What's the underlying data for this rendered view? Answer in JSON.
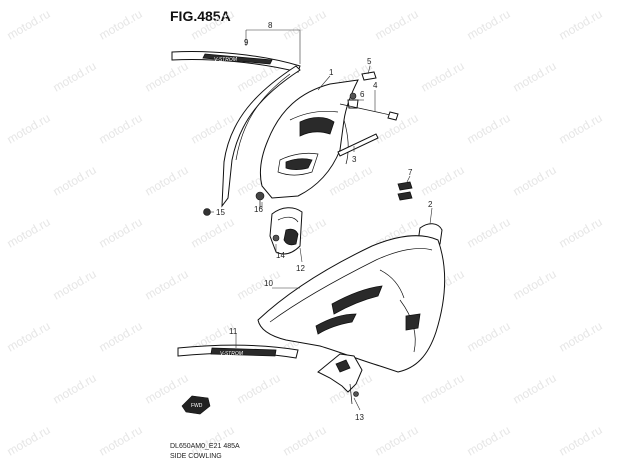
{
  "figure": {
    "title": "FIG.485A",
    "model_code": "DL650AM0_E21  485A",
    "section_name": "SIDE COWLING",
    "watermark": "motod.ru"
  },
  "callouts": [
    {
      "id": "c1",
      "label": "1"
    },
    {
      "id": "c2",
      "label": "2"
    },
    {
      "id": "c3",
      "label": "3"
    },
    {
      "id": "c4",
      "label": "4"
    },
    {
      "id": "c5",
      "label": "5"
    },
    {
      "id": "c6",
      "label": "6"
    },
    {
      "id": "c7",
      "label": "7"
    },
    {
      "id": "c8",
      "label": "8"
    },
    {
      "id": "c9",
      "label": "9"
    },
    {
      "id": "c10",
      "label": "10"
    },
    {
      "id": "c11",
      "label": "11"
    },
    {
      "id": "c12",
      "label": "12"
    },
    {
      "id": "c13",
      "label": "13"
    },
    {
      "id": "c14",
      "label": "14"
    },
    {
      "id": "c15",
      "label": "15"
    },
    {
      "id": "c16",
      "label": "16"
    }
  ],
  "decal_text": "V-STROM",
  "arrow_label": "FWD"
}
